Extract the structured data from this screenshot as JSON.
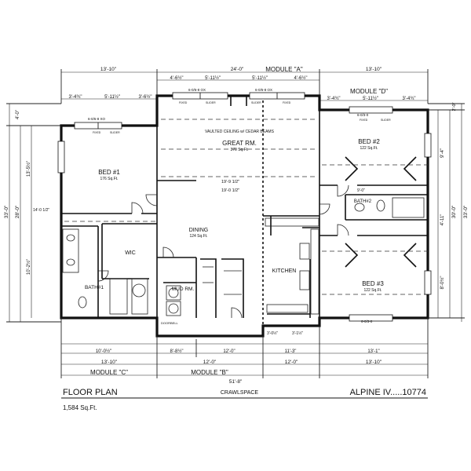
{
  "modules": {
    "a": "MODULE \"A\"",
    "b": "MODULE \"B\"",
    "c": "MODULE \"C\"",
    "d": "MODULE \"D\""
  },
  "top_dims": {
    "left": "13'-10\"",
    "middle": "24'-0\"",
    "right": "13'-10\"",
    "a_left": "4'-6½\"",
    "a_mid_left": "5'-11½\"",
    "a_mid_right": "5'-11½\"",
    "a_right": "4'-6½\"",
    "c_left": "3'-4¾\"",
    "c_mid": "5'-11½\"",
    "c_right": "3'-6½\"",
    "d_left": "3'-4¾\"",
    "d_mid": "5'-11½\"",
    "d_right": "3'-4¾\""
  },
  "side_dims": {
    "left_total": "33'-0\"",
    "left_mid": "28'-0\"",
    "left_top": "4'-0\"",
    "left_bed": "13'-5½\"",
    "left_bath": "10'-2½\"",
    "right_total": "33'-0\"",
    "right_mid": "30'-0\"",
    "right_top": "2'-0\"",
    "right_bed2": "9'-4\"",
    "right_hall": "4'-11\"",
    "right_bed3": "8'-0½\""
  },
  "bottom_dims": {
    "c_inner": "10'-0½\"",
    "b_a": "8'-8½\"",
    "b_b": "12'-0\"",
    "b_c": "11'-3\"",
    "d_inner": "13'-1\"",
    "c_total": "13'-10\"",
    "b_total": "12'-0\"",
    "kitchen_total": "12'-0\"",
    "d_total": "13'-10\"",
    "overall": "51'-8\""
  },
  "rooms": {
    "bed1_name": "BED #1",
    "bed1_area": "176 Sq.Ft.",
    "great_name": "GREAT RM.",
    "great_area": "370 Sq.Ft.",
    "great_ceiling": "VAULTED CEILING w/ CEDAR BEAMS",
    "bed2_name": "BED #2",
    "bed2_area": "122 Sq.Ft.",
    "dining_name": "DINING",
    "dining_area": "124 Sq.Ft.",
    "wic_name": "WIC",
    "kitchen_name": "KITCHEN",
    "bath1_name": "BATH#1",
    "bath2_name": "BATH#2",
    "mud_name": "MUD RM.",
    "bed3_name": "BED #3",
    "bed3_area": "122 Sq.Ft."
  },
  "interior_dims": {
    "great_depth": "19'-9 1/2\"",
    "dining_depth": "19'-0 1/2\"",
    "bed1_w": "14'-0 1/2\"",
    "bed2_w": "9'-0\"",
    "kitchen_w": "3'-0½\"",
    "kitchen_w2": "3'-1½\""
  },
  "windows": {
    "bed1_top": "6-0/6-8 XO",
    "great_left": "6-0/6-8 OX",
    "great_right": "6-0/6-8 OX",
    "bed2": "6-0/3-0",
    "bed3": "6-0/3-0"
  },
  "notes": {
    "fixed": "FIXED",
    "slider": "SLIDER",
    "doorbell": "DOORBELL"
  },
  "title_block": {
    "left_title": "FLOOR PLAN",
    "area": "1,584 Sq.Ft.",
    "foundation": "CRAWLSPACE",
    "model": "ALPINE IV.....10774"
  }
}
